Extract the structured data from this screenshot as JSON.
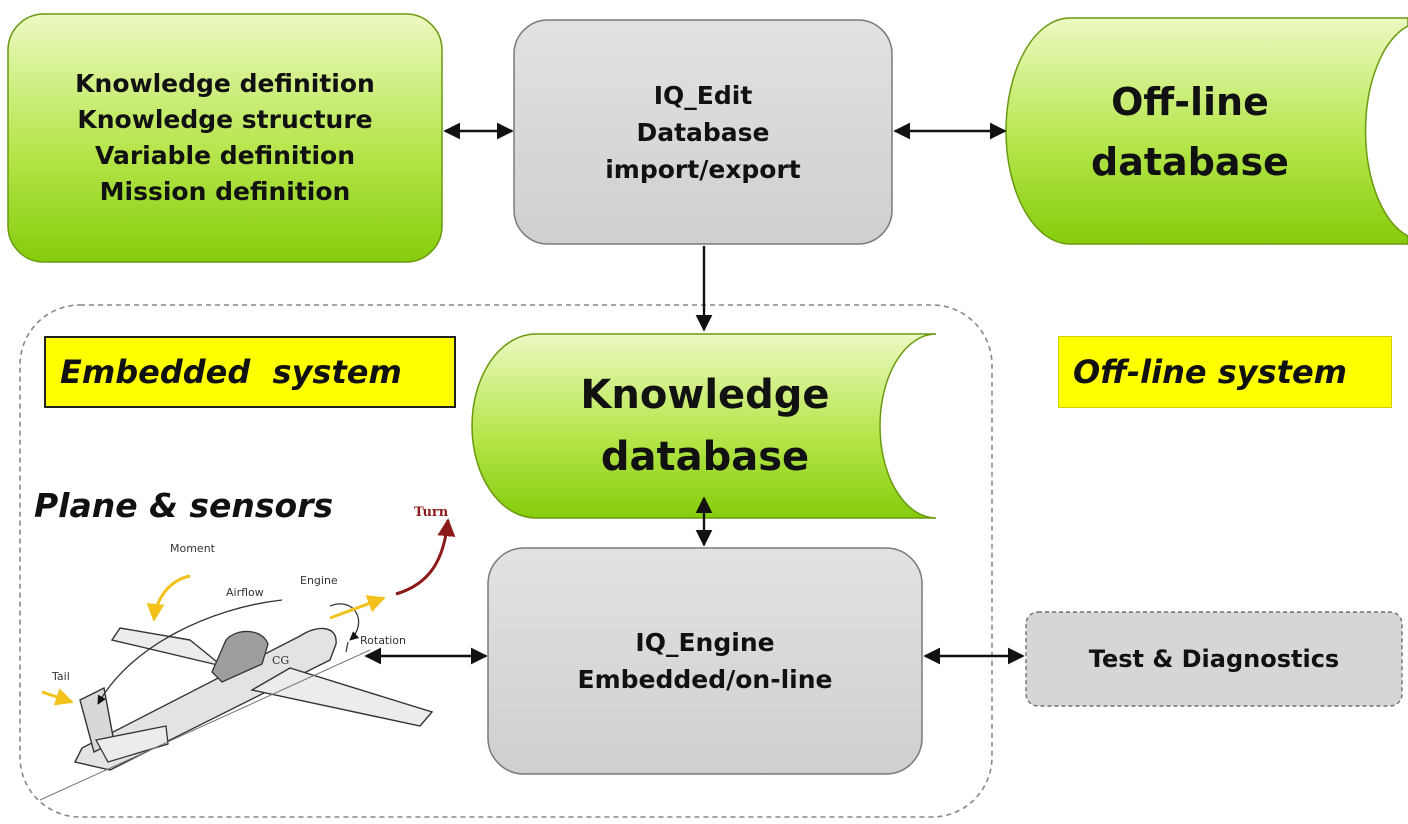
{
  "definitions_box": {
    "lines": [
      "Knowledge definition",
      "Knowledge structure",
      "Variable definition",
      "Mission definition"
    ]
  },
  "iq_edit": {
    "lines": [
      "IQ_Edit",
      "Database",
      "import/export"
    ]
  },
  "offline_database": {
    "lines": [
      "Off-line",
      "database"
    ]
  },
  "knowledge_database": {
    "lines": [
      "Knowledge",
      "database"
    ]
  },
  "iq_engine": {
    "lines": [
      "IQ_Engine",
      "Embedded/on-line"
    ]
  },
  "test_diagnostics": {
    "label": "Test & Diagnostics"
  },
  "embedded_tag": {
    "label": "Embedded  system"
  },
  "offline_tag": {
    "label": "Off-line system"
  },
  "plane": {
    "title": "Plane & sensors",
    "labels": {
      "turn": "Turn",
      "moment": "Moment",
      "airflow": "Airflow",
      "engine": "Engine",
      "rotation": "Rotation",
      "tail": "Tail",
      "cg": "CG"
    }
  },
  "colors": {
    "green_light": "#e9f7b6",
    "green_dark": "#8fd10f",
    "grey_box": "#d9d9d9",
    "tag_yellow": "#ffff00",
    "turn_red": "#8b1a1a",
    "arrow_yellow": "#f2c21b"
  }
}
